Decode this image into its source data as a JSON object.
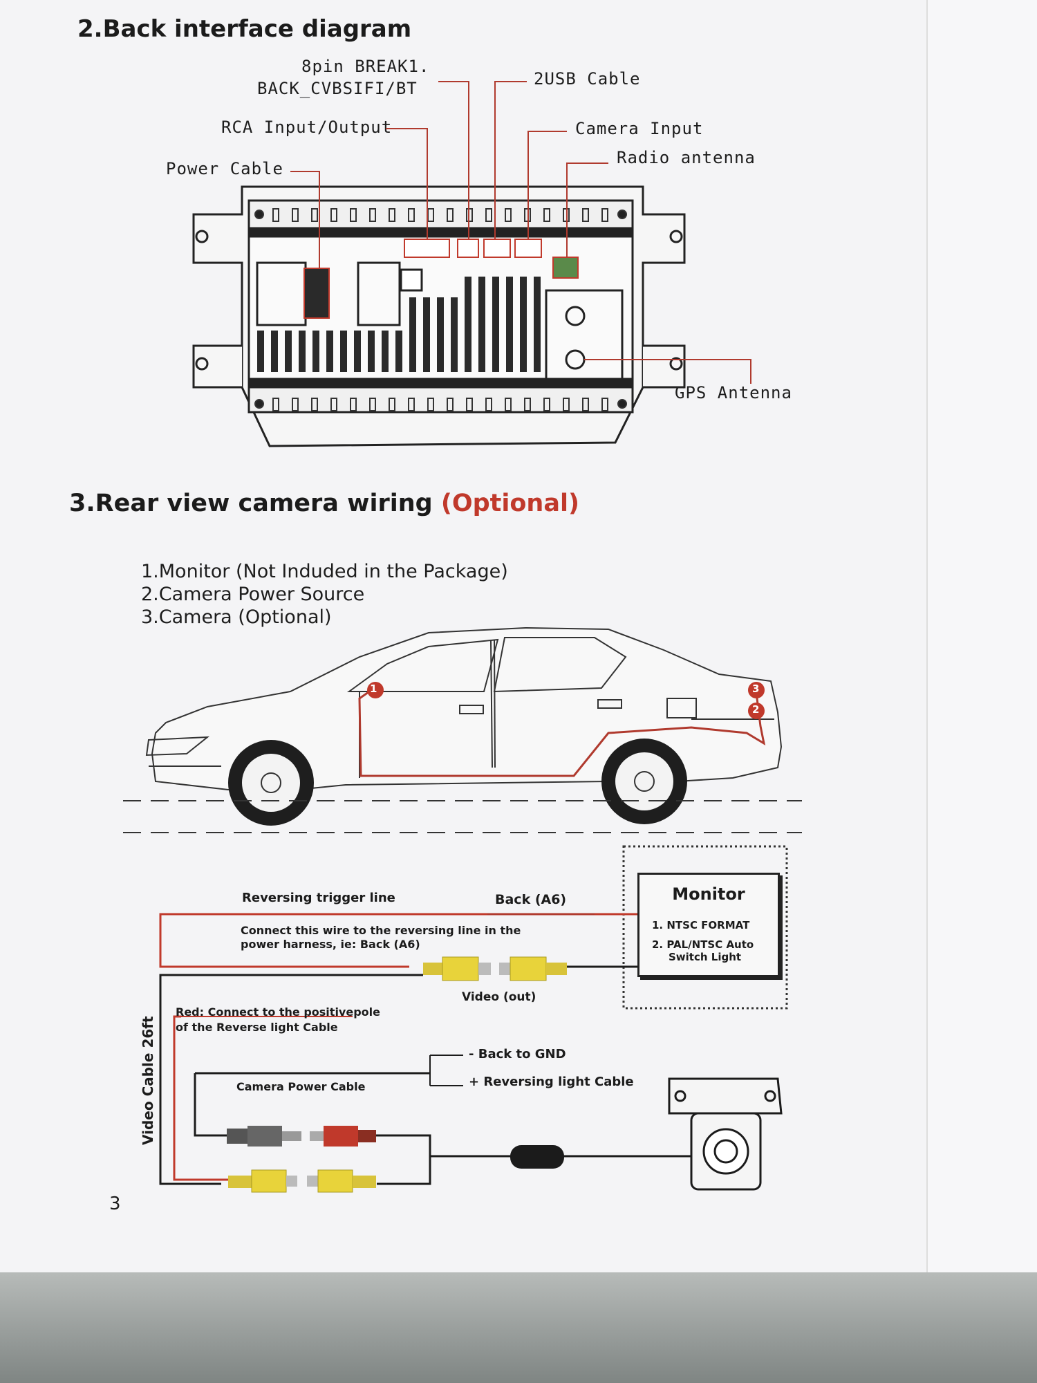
{
  "back_interface": {
    "heading": "2.Back interface diagram",
    "labels": {
      "pin8_line1": "8pin BREAK1.",
      "pin8_line2": "BACK_CVBSIFI/BT",
      "usb": "2USB Cable",
      "rca": "RCA Input/Output",
      "camera_input": "Camera Input",
      "power_cable": "Power Cable",
      "radio_antenna": "Radio antenna",
      "gps_antenna": "GPS Antenna"
    }
  },
  "rear_camera": {
    "heading": "3.Rear view camera wiring",
    "heading_optional": "(Optional)",
    "items": [
      "1.Monitor (Not Induded in the Package)",
      "2.Camera Power Source",
      "3.Camera (Optional)"
    ],
    "car_markers": [
      "1",
      "2",
      "3"
    ]
  },
  "wiring": {
    "reversing_trigger": "Reversing trigger line",
    "back_a6": "Back (A6)",
    "connect_line1": "Connect this wire to the reversing line in the",
    "connect_line2": "power harness, ie: Back (A6)",
    "video_out": "Video (out)",
    "red_line1": "Red: Connect to the positivepole",
    "red_line2": "of the Reverse light Cable",
    "back_gnd": "- Back to GND",
    "reversing_light": "+ Reversing light Cable",
    "camera_power": "Camera Power Cable",
    "video_cable": "Video Cable 26ft"
  },
  "monitor": {
    "title": "Monitor",
    "item1": "1. NTSC FORMAT",
    "item2_line1": "2. PAL/NTSC Auto",
    "item2_line2": "Switch Light"
  },
  "page_number": "3",
  "colors": {
    "accent_red": "#c0392b",
    "connector_yellow": "#e8d33a",
    "line_black": "#1b1b1b"
  }
}
